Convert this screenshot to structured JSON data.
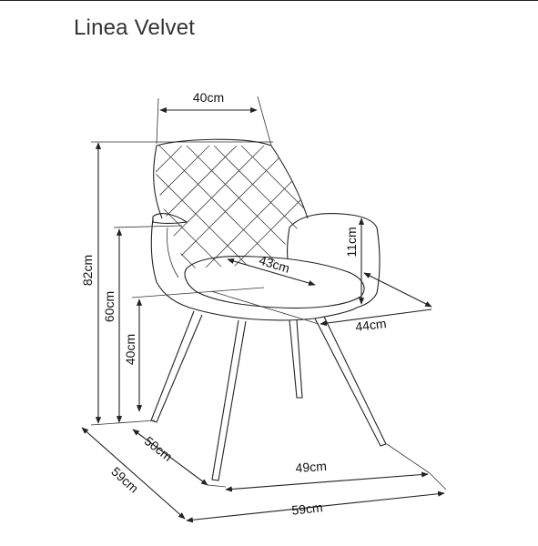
{
  "header": {
    "title": "Linea Velvet"
  },
  "dimensions": {
    "backrest_width": "40cm",
    "total_height": "82cm",
    "armrest_height": "60cm",
    "seat_height": "40cm",
    "armrest_rise": "11cm",
    "seat_width": "43cm",
    "seat_depth_total": "44cm",
    "seat_depth": "50cm",
    "base_width": "49cm",
    "total_depth": "59cm",
    "total_width": "59cm"
  },
  "colors": {
    "line": "#222222",
    "background": "#ffffff"
  }
}
